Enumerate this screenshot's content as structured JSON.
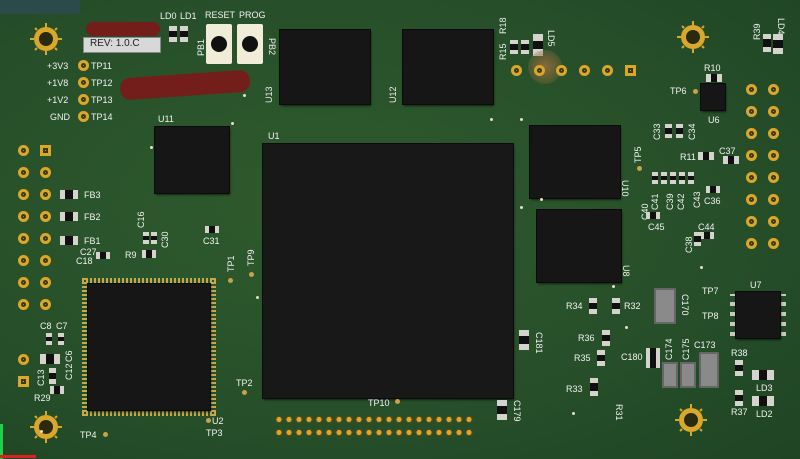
{
  "board": {
    "revision": "REV: 1.0.C",
    "background_color": "#27502a",
    "pad_color": "#d9a72a",
    "chip_color": "#161616"
  },
  "labels": {
    "ld0": "LD0",
    "ld1": "LD1",
    "reset": "RESET",
    "prog": "PROG",
    "pb1": "PB1",
    "pb2": "PB2",
    "v3v3": "+3V3",
    "v1v8": "+1V8",
    "v1v2": "+1V2",
    "gnd": "GND",
    "tp11": "TP11",
    "tp12": "TP12",
    "tp13": "TP13",
    "tp14": "TP14",
    "u13": "U13",
    "u12": "U12",
    "u11": "U11",
    "u1": "U1",
    "u2": "U2",
    "u6": "U6",
    "u7": "U7",
    "u8": "U8",
    "u10": "U10",
    "r15": "R15",
    "r18": "R18",
    "ld5": "LD5",
    "r39": "R39",
    "ld4": "LD4",
    "r10": "R10",
    "tp6": "TP6",
    "c33": "C33",
    "c34": "C34",
    "tp5": "TP5",
    "r11": "R11",
    "c37": "C37",
    "c40": "C40",
    "c41": "C41",
    "c39": "C39",
    "c42": "C42",
    "c43": "C43",
    "c36": "C36",
    "c45": "C45",
    "c44": "C44",
    "c38": "C38",
    "c16": "C16",
    "c30": "C30",
    "c31": "C31",
    "r9": "R9",
    "c27": "C27",
    "c18": "C18",
    "fb3": "FB3",
    "fb2": "FB2",
    "fb1": "FB1",
    "tp1": "TP1",
    "tp9": "TP9",
    "tp2": "TP2",
    "tp3": "TP3",
    "tp4": "TP4",
    "tp10": "TP10",
    "c8": "C8",
    "c7": "C7",
    "c13": "C13",
    "c12": "C12",
    "c6": "C6",
    "r29": "R29",
    "c181": "C181",
    "c179": "C179",
    "r34": "R34",
    "r32": "R32",
    "r36": "R36",
    "r35": "R35",
    "r33": "R33",
    "r31": "R31",
    "c180": "C180",
    "c174": "C174",
    "c175": "C175",
    "c173": "C173",
    "c170": "C170",
    "tp7": "TP7",
    "tp8": "TP8",
    "r38": "R38",
    "r37": "R37",
    "ld3": "LD3",
    "ld2": "LD2"
  }
}
